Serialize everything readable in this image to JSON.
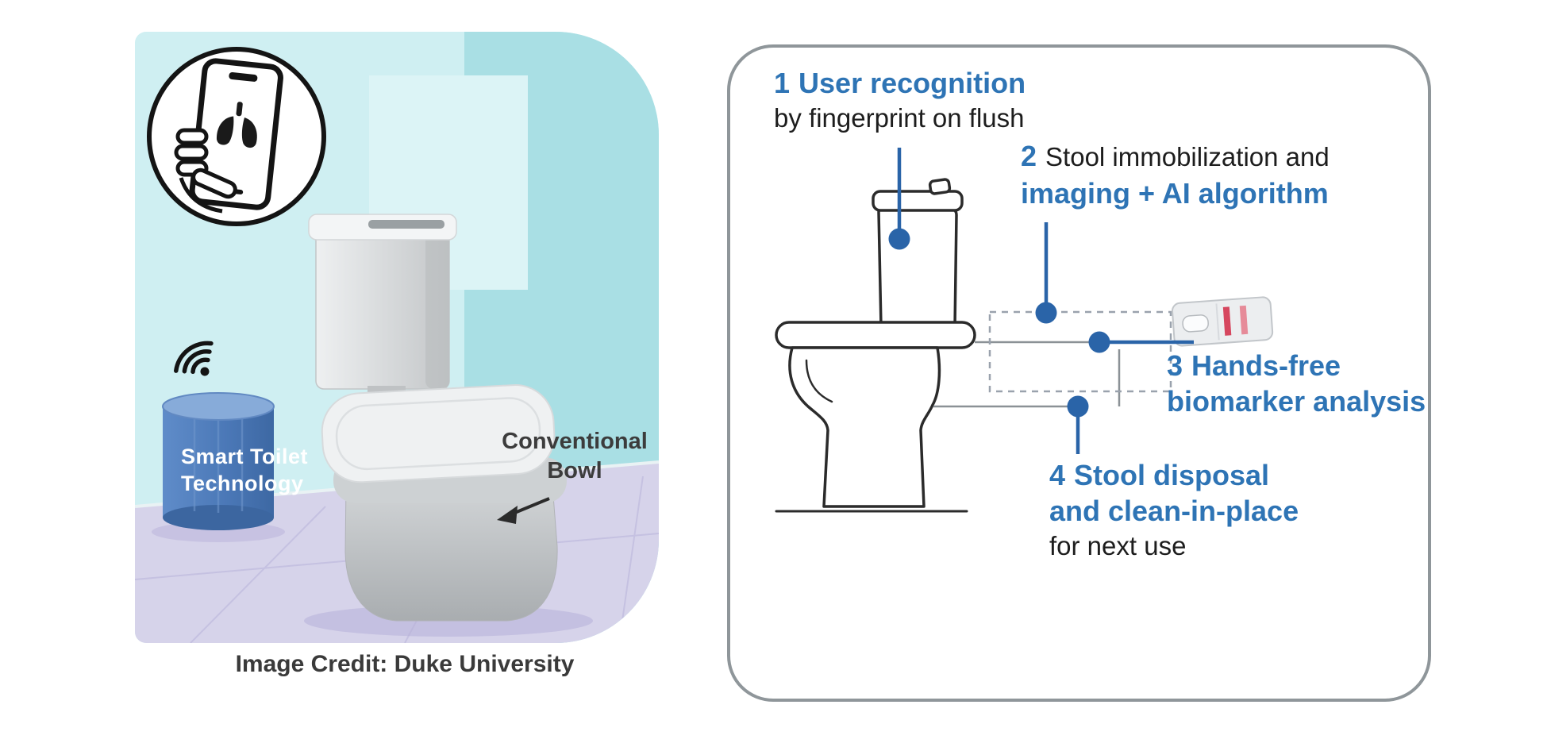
{
  "left_scene": {
    "device_label_line1": "Smart Toilet",
    "device_label_line2": "Technology",
    "bowl_label_line1": "Conventional",
    "bowl_label_line2": "Bowl",
    "caption": "Image Credit: Duke University"
  },
  "steps": {
    "step1": {
      "number": "1",
      "title": "User recognition",
      "subtitle": "by fingerprint on flush"
    },
    "step2": {
      "number": "2",
      "text_black": "Stool immobilization and",
      "text_blue": "imaging + AI algorithm"
    },
    "step3": {
      "number": "3",
      "line1": "Hands-free",
      "line2": "biomarker analysis"
    },
    "step4": {
      "number": "4",
      "line1": "Stool disposal",
      "line2": "and clean-in-place",
      "line3": "for next use"
    }
  },
  "colors": {
    "accent_blue_text": "#2e74b5",
    "accent_blue_line": "#2a64a8",
    "panel_border": "#8f969a",
    "wall_light": "#cfeff2",
    "wall_dark": "#a9dfe4",
    "floor_lavender": "#d6d3ea",
    "device_blue": "#4f7fbe",
    "test_strip_red": "#d6475f"
  },
  "icons": {
    "phone_health": "hand-holding-phone-with-lung-scan",
    "wifi": "wifi-signal",
    "test_strip": "lateral-flow-test-strip",
    "bowl_arrow": "arrow-pointing-to-bowl"
  }
}
